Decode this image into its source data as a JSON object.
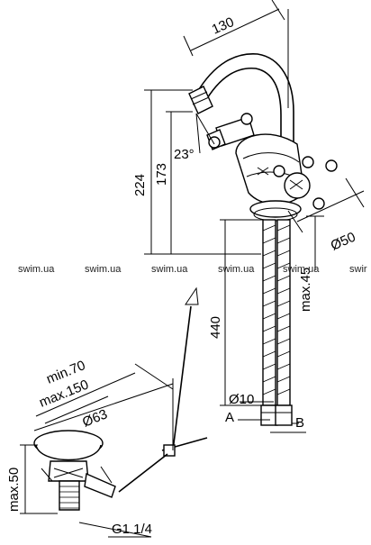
{
  "dimensions": {
    "width_top": "130",
    "height_total": "224",
    "height_spout": "173",
    "spout_angle": "23°",
    "base_diameter": "Ø50",
    "max_thickness": "max.45",
    "hose_length": "440",
    "hose_diameter": "Ø10",
    "connector_a": "A",
    "connector_b": "B",
    "waste_min": "min.70",
    "waste_max": "max.150",
    "waste_diameter": "Ø63",
    "waste_height": "max.50",
    "thread": "G1 1/4"
  },
  "watermarks": [
    "swim.ua",
    "swim.ua",
    "swim.ua",
    "swim.ua",
    "swim.ua",
    "swir"
  ]
}
